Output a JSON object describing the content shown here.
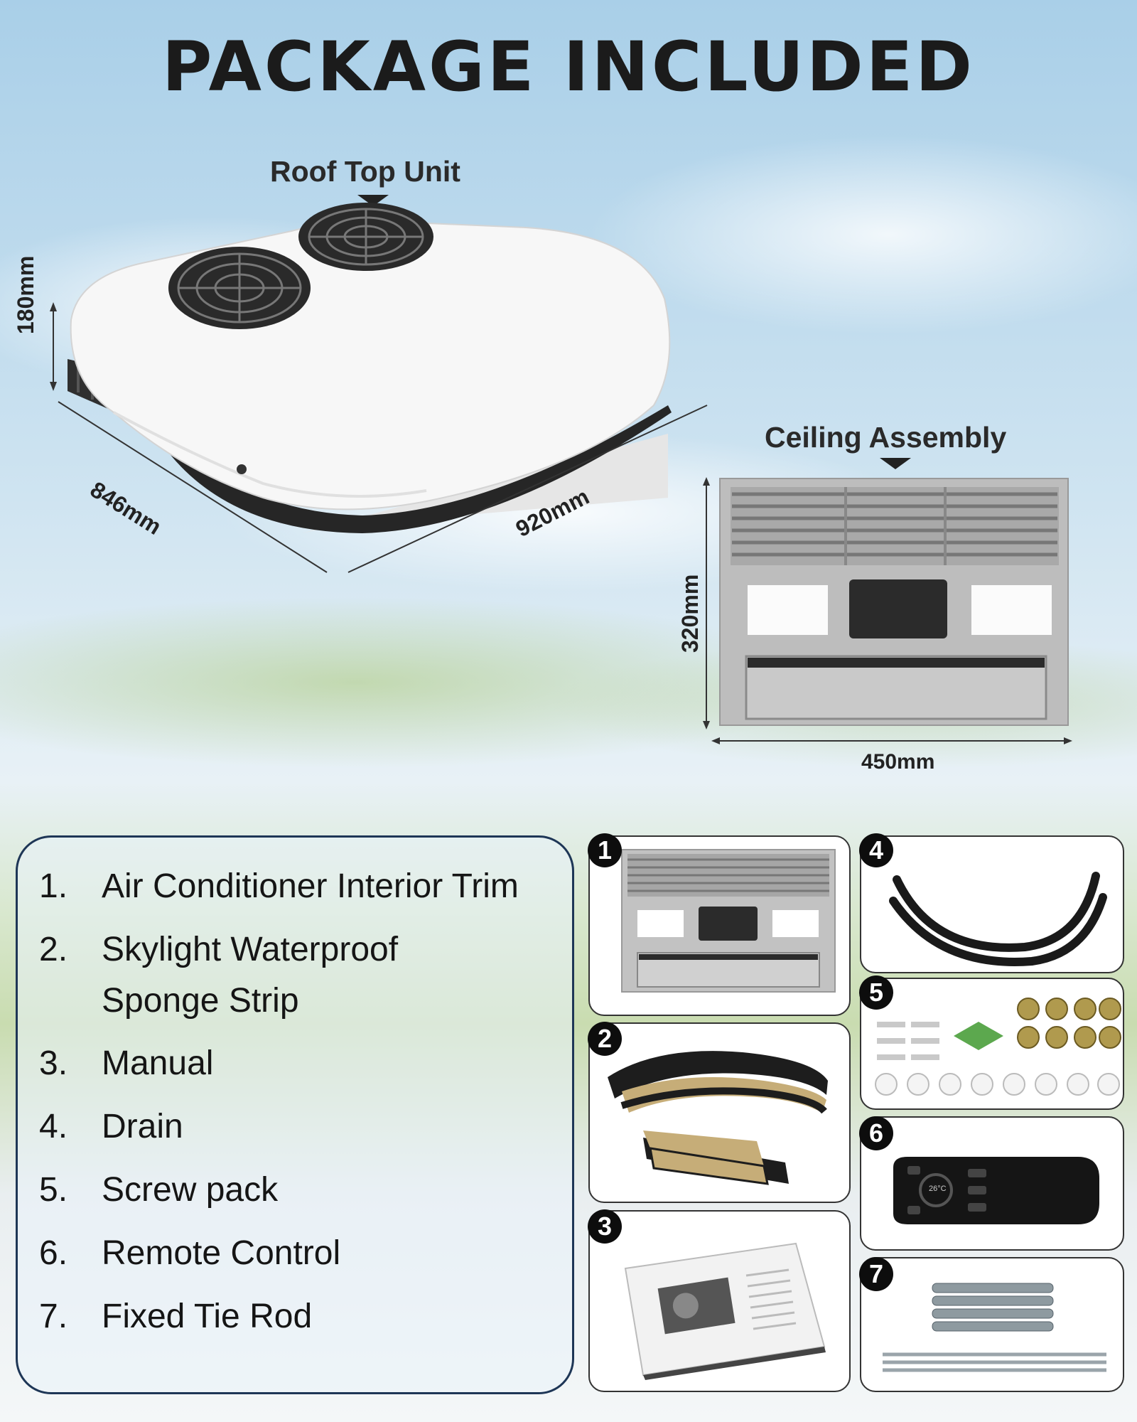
{
  "header": {
    "title": "PACKAGE INCLUDED"
  },
  "roof_unit": {
    "label": "Roof Top Unit",
    "height": "180mm",
    "depth": "846mm",
    "width": "920mm"
  },
  "ceiling_assembly": {
    "label": "Ceiling Assembly",
    "height": "320mm",
    "width": "450mm"
  },
  "package_list": [
    {
      "num": "1.",
      "text": "Air Conditioner Interior Trim"
    },
    {
      "num": "2.",
      "text": "Skylight Waterproof Sponge Strip"
    },
    {
      "num": "3.",
      "text": "Manual"
    },
    {
      "num": "4.",
      "text": "Drain"
    },
    {
      "num": "5.",
      "text": "Screw pack"
    },
    {
      "num": "6.",
      "text": "Remote Control"
    },
    {
      "num": "7.",
      "text": "Fixed Tie Rod"
    }
  ],
  "cards": [
    {
      "badge": "1",
      "icon": "ceiling-trim-icon"
    },
    {
      "badge": "2",
      "icon": "sponge-strip-icon"
    },
    {
      "badge": "3",
      "icon": "manual-icon"
    },
    {
      "badge": "4",
      "icon": "drain-hose-icon"
    },
    {
      "badge": "5",
      "icon": "screw-pack-icon"
    },
    {
      "badge": "6",
      "icon": "remote-control-icon"
    },
    {
      "badge": "7",
      "icon": "tie-rod-icon"
    }
  ],
  "remote": {
    "display": "26°C"
  },
  "colors": {
    "panel_border": "#1e3656",
    "unit_white": "#f4f4f4",
    "trim_gray": "#b8b8b8"
  }
}
